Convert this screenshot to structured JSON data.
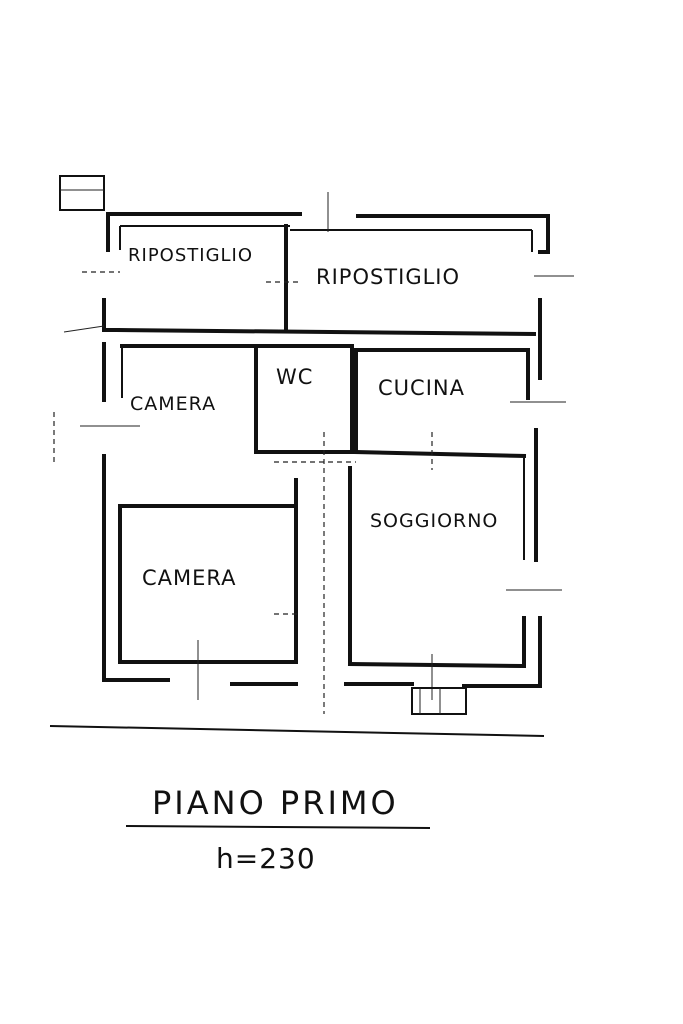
{
  "rooms": {
    "ripostiglio_small": "RIPOSTIGLIO",
    "ripostiglio_large": "RIPOSTIGLIO",
    "camera_top": "CAMERA",
    "wc": "WC",
    "cucina": "CUCINA",
    "soggiorno": "SOGGIORNO",
    "camera_bottom": "CAMERA"
  },
  "footer": {
    "floor_title": "PIANO PRIMO",
    "ceiling_height": "h=230"
  }
}
